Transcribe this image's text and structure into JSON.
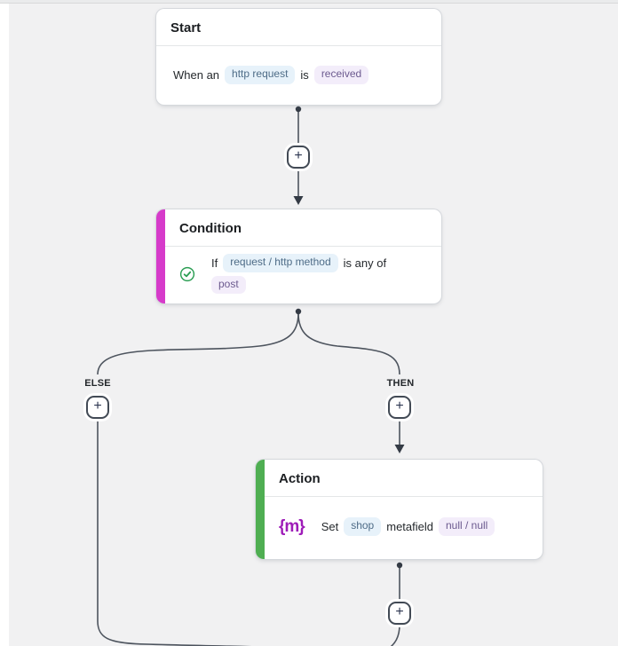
{
  "canvas": {
    "else_label": "ELSE",
    "then_label": "THEN",
    "add_button_label": "+"
  },
  "start_card": {
    "title": "Start",
    "text_prefix": "When an",
    "trigger_pill": "http request",
    "text_middle": "is",
    "event_pill": "received"
  },
  "condition_card": {
    "title": "Condition",
    "text_prefix": "If",
    "field_pill": "request / http method",
    "text_operator": "is any of",
    "value_pill": "post"
  },
  "action_card": {
    "title": "Action",
    "icon_glyph": "{m}",
    "text_verb": "Set",
    "owner_pill": "shop",
    "text_noun": "metafield",
    "value_pill": "null / null"
  },
  "colors": {
    "canvas_background": "#f1f1f2",
    "connector": "#4d545e",
    "condition_accent": "#d63bca",
    "action_accent": "#4fae52",
    "check_green": "#2b9e53",
    "metafield_purple": "#9e1cb8",
    "pill_blue_bg": "#e7f2fa",
    "pill_blue_text": "#4e6c87",
    "pill_purple_bg": "#f3edfa",
    "pill_purple_text": "#6c5a8f"
  }
}
